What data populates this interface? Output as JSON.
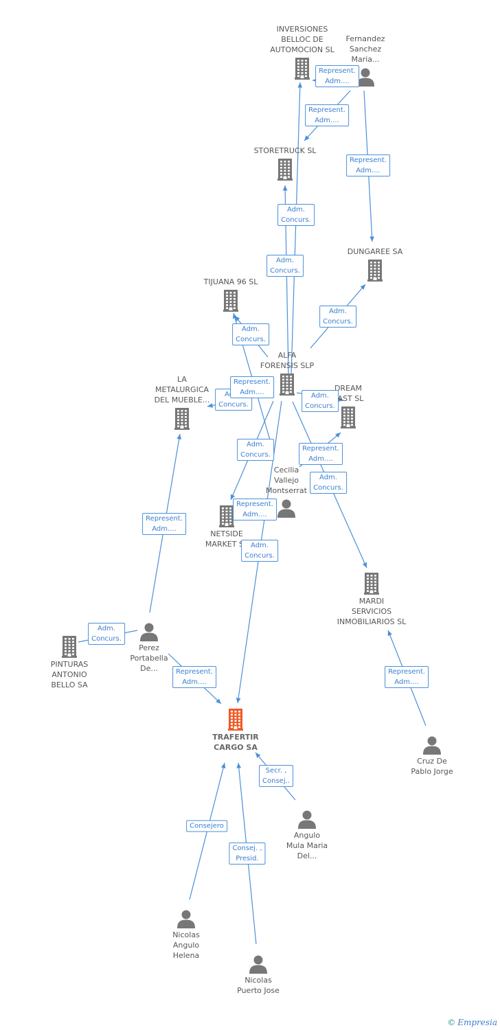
{
  "colors": {
    "edge": "#4a8fd9",
    "node": "#777777",
    "focus": "#f05a28",
    "text": "#555555"
  },
  "nodes": [
    {
      "id": "inversiones",
      "type": "company",
      "label": [
        "INVERSIONES",
        "BELLOC DE",
        "AUTOMOCION SL"
      ]
    },
    {
      "id": "fernandez",
      "type": "person",
      "label": [
        "Fernandez",
        "Sanchez",
        "Maria..."
      ]
    },
    {
      "id": "storetruck",
      "type": "company",
      "label": [
        "STORETRUCK SL"
      ]
    },
    {
      "id": "dungaree",
      "type": "company",
      "label": [
        "DUNGAREE SA"
      ]
    },
    {
      "id": "tijuana",
      "type": "company",
      "label": [
        "TIJUANA 96 SL"
      ]
    },
    {
      "id": "alfa",
      "type": "company",
      "label": [
        "ALFA",
        "FORENSIS SLP"
      ]
    },
    {
      "id": "metalurgica",
      "type": "company",
      "label": [
        "LA",
        "METALURGICA",
        "DEL MUEBLE..."
      ]
    },
    {
      "id": "dream",
      "type": "company",
      "label": [
        "DREAM",
        "EAST SL"
      ]
    },
    {
      "id": "cecilia",
      "type": "person",
      "label": [
        "Cecilia",
        "Vallejo",
        "Montserrat"
      ]
    },
    {
      "id": "netside",
      "type": "company",
      "label": [
        "NETSIDE",
        "MARKET SL"
      ]
    },
    {
      "id": "mardi",
      "type": "company",
      "label": [
        "MARDI",
        "SERVICIOS",
        "INMOBILIARIOS SL"
      ]
    },
    {
      "id": "pinturas",
      "type": "company",
      "label": [
        "PINTURAS",
        "ANTONIO",
        "BELLO SA"
      ]
    },
    {
      "id": "perez",
      "type": "person",
      "label": [
        "Perez",
        "Portabella",
        "De..."
      ]
    },
    {
      "id": "trafertir",
      "type": "focus",
      "label": [
        "TRAFERTIR",
        "CARGO SA"
      ]
    },
    {
      "id": "cruz",
      "type": "person",
      "label": [
        "Cruz De",
        "Pablo Jorge"
      ]
    },
    {
      "id": "angulo_mula",
      "type": "person",
      "label": [
        "Angulo",
        "Mula Maria",
        "Del..."
      ]
    },
    {
      "id": "nicolas_angulo",
      "type": "person",
      "label": [
        "Nicolas",
        "Angulo",
        "Helena"
      ]
    },
    {
      "id": "nicolas_puerto",
      "type": "person",
      "label": [
        "Nicolas",
        "Puerto Jose"
      ]
    }
  ],
  "edges": [
    {
      "id": "e1",
      "from": "fernandez",
      "to": "inversiones",
      "label": [
        "Represent.",
        "Adm...."
      ]
    },
    {
      "id": "e2",
      "from": "fernandez",
      "to": "storetruck",
      "label": [
        "Represent.",
        "Adm...."
      ]
    },
    {
      "id": "e3",
      "from": "fernandez",
      "to": "dungaree",
      "label": [
        "Represent.",
        "Adm...."
      ]
    },
    {
      "id": "e4",
      "from": "alfa",
      "to": "storetruck",
      "label": [
        "Adm.",
        "Concurs."
      ]
    },
    {
      "id": "e5",
      "from": "alfa",
      "to": "inversiones",
      "label": [
        "Adm.",
        "Concurs."
      ]
    },
    {
      "id": "e6",
      "from": "alfa",
      "to": "dungaree",
      "label": [
        "Adm.",
        "Concurs."
      ]
    },
    {
      "id": "e7",
      "from": "alfa",
      "to": "tijuana",
      "label": [
        "Adm.",
        "Concurs."
      ]
    },
    {
      "id": "e8",
      "from": "alfa",
      "to": "metalurgica",
      "label": [
        "Adm.",
        "Concurs."
      ]
    },
    {
      "id": "e9",
      "from": "cecilia",
      "to": "tijuana",
      "label": [
        "Represent.",
        "Adm...."
      ]
    },
    {
      "id": "e10",
      "from": "alfa",
      "to": "dream",
      "label": [
        "Adm.",
        "Concurs."
      ]
    },
    {
      "id": "e11",
      "from": "cecilia",
      "to": "dream",
      "label": [
        "Represent.",
        "Adm...."
      ]
    },
    {
      "id": "e12",
      "from": "alfa",
      "to": "netside",
      "label": [
        "Adm.",
        "Concurs."
      ]
    },
    {
      "id": "e13",
      "from": "cecilia",
      "to": "netside",
      "label": [
        "Represent.",
        "Adm...."
      ]
    },
    {
      "id": "e14",
      "from": "alfa",
      "to": "mardi",
      "label": [
        "Adm.",
        "Concurs."
      ]
    },
    {
      "id": "e15",
      "from": "alfa",
      "to": "trafertir",
      "label": [
        "Adm.",
        "Concurs."
      ]
    },
    {
      "id": "e16",
      "from": "perez",
      "to": "metalurgica",
      "label": [
        "Represent.",
        "Adm...."
      ]
    },
    {
      "id": "e17",
      "from": "pinturas",
      "to": "perez",
      "label": [
        "Adm.",
        "Concurs."
      ],
      "noArrow": true
    },
    {
      "id": "e18",
      "from": "perez",
      "to": "trafertir",
      "label": [
        "Represent.",
        "Adm...."
      ]
    },
    {
      "id": "e19",
      "from": "cruz",
      "to": "mardi",
      "label": [
        "Represent.",
        "Adm...."
      ]
    },
    {
      "id": "e20",
      "from": "angulo_mula",
      "to": "trafertir",
      "label": [
        "Secr. ,",
        "Consej.."
      ]
    },
    {
      "id": "e21",
      "from": "nicolas_angulo",
      "to": "trafertir",
      "label": [
        "Consejero"
      ]
    },
    {
      "id": "e22",
      "from": "nicolas_puerto",
      "to": "trafertir",
      "label": [
        "Consej. ,",
        "Presid."
      ]
    }
  ],
  "footer": {
    "copyright": "©",
    "brand": "Empresia"
  }
}
